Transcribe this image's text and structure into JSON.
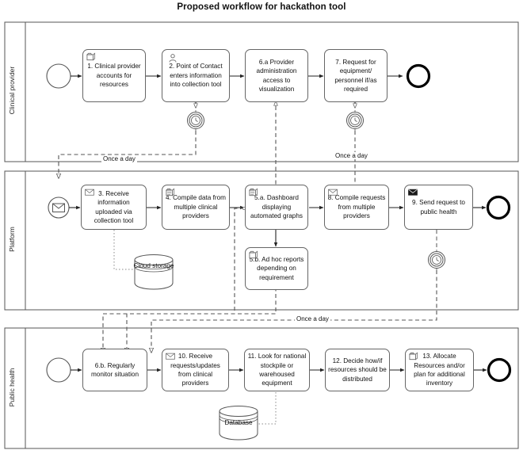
{
  "title": "Proposed workflow for hackathon tool",
  "lanes": [
    {
      "id": "clinical-provider",
      "label": "Clinical provider"
    },
    {
      "id": "platform",
      "label": "Platform"
    },
    {
      "id": "public-health",
      "label": "Public health"
    }
  ],
  "tasks": {
    "t1": {
      "label": "1. Clinical provider accounts for resources",
      "icon": "manual-task-icon"
    },
    "t2": {
      "label": "2. Point of Contact enters information into collection tool",
      "icon": "user-task-icon"
    },
    "t6a": {
      "label": "6.a  Provider administration access to visualization",
      "icon": "none"
    },
    "t7": {
      "label": "7. Request for equipment/ personnel if/as required",
      "icon": "none"
    },
    "t3": {
      "label": "3. Receive information uploaded via collection tool",
      "icon": "receive-message-icon"
    },
    "t4": {
      "label": "4. Compile data from multiple clinical providers",
      "icon": "script-task-icon"
    },
    "t5a": {
      "label": "5.a. Dashboard displaying automated graphs",
      "icon": "script-task-icon"
    },
    "t5b": {
      "label": "5.b. Ad hoc reports depending on requirement",
      "icon": "manual-task-icon"
    },
    "t8": {
      "label": "8. Compile requests from multiple providers",
      "icon": "receive-message-icon"
    },
    "t9": {
      "label": "9. Send request to public health",
      "icon": "send-message-icon"
    },
    "t6b": {
      "label": "6.b. Regularly monitor situation",
      "icon": "none"
    },
    "t10": {
      "label": "10. Receive requests/updates from clinical providers",
      "icon": "receive-message-icon"
    },
    "t11": {
      "label": "11. Look for national stockpile or warehoused equipment",
      "icon": "none"
    },
    "t12": {
      "label": "12. Decide how/if resources should be distributed",
      "icon": "none"
    },
    "t13": {
      "label": "13. Allocate Resources and/or plan for additional inventory",
      "icon": "manual-task-icon"
    }
  },
  "datastores": {
    "cloud": {
      "label": "Cloud storage"
    },
    "database": {
      "label": "Database"
    }
  },
  "flow_labels": {
    "once_a_day_1": "Once a day",
    "once_a_day_2": "Once a day",
    "once_a_day_3": "Once a day"
  },
  "colors": {
    "stroke": "#666666",
    "text": "#111111",
    "lane_border": "#555555",
    "dashed": "#555555",
    "end_event": "#000000"
  }
}
